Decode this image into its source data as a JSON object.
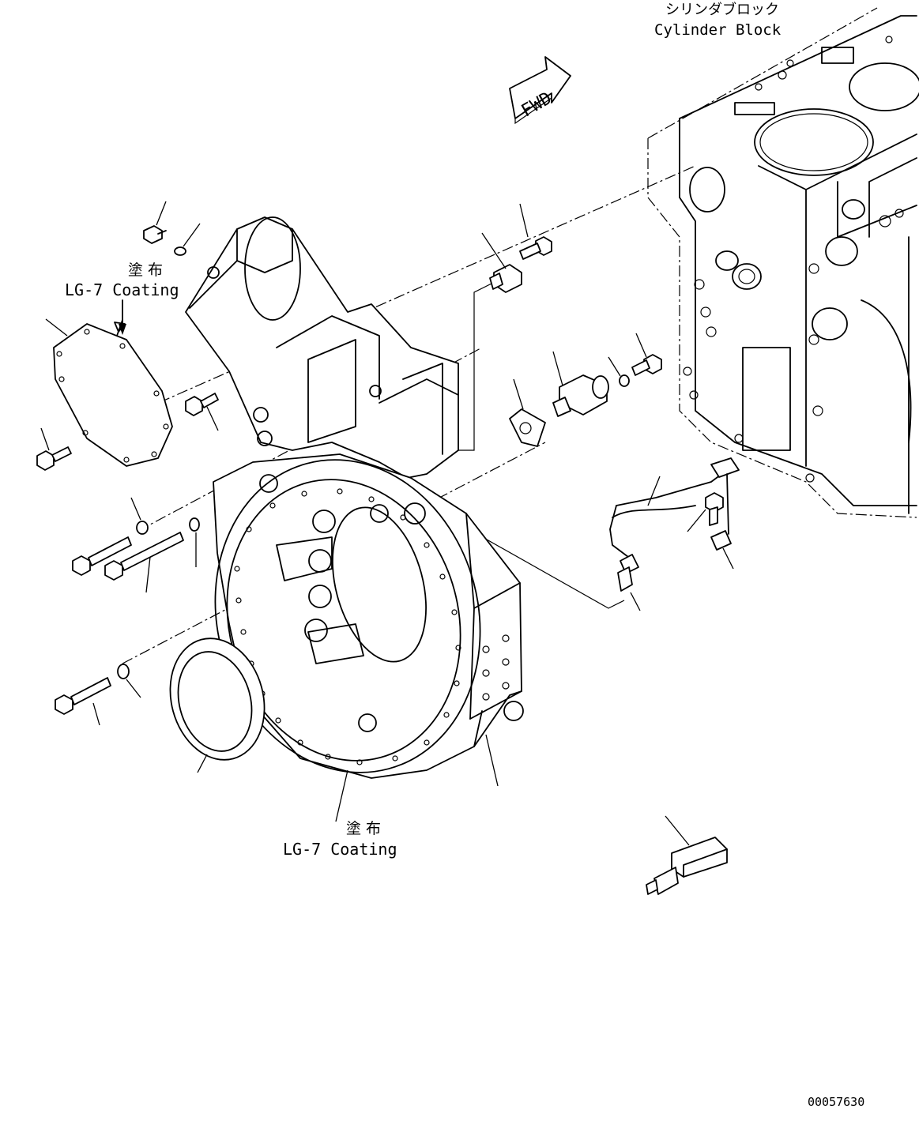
{
  "labels": {
    "cylinder_block_jp": "シリンダブロック",
    "cylinder_block_en": "Cylinder Block",
    "fwd": "FWD",
    "coating_top_jp": "塗 布",
    "coating_top_en": "LG-7 Coating",
    "coating_bottom_jp": "塗 布",
    "coating_bottom_en": "LG-7 Coating",
    "drawing_number": "00057630"
  }
}
